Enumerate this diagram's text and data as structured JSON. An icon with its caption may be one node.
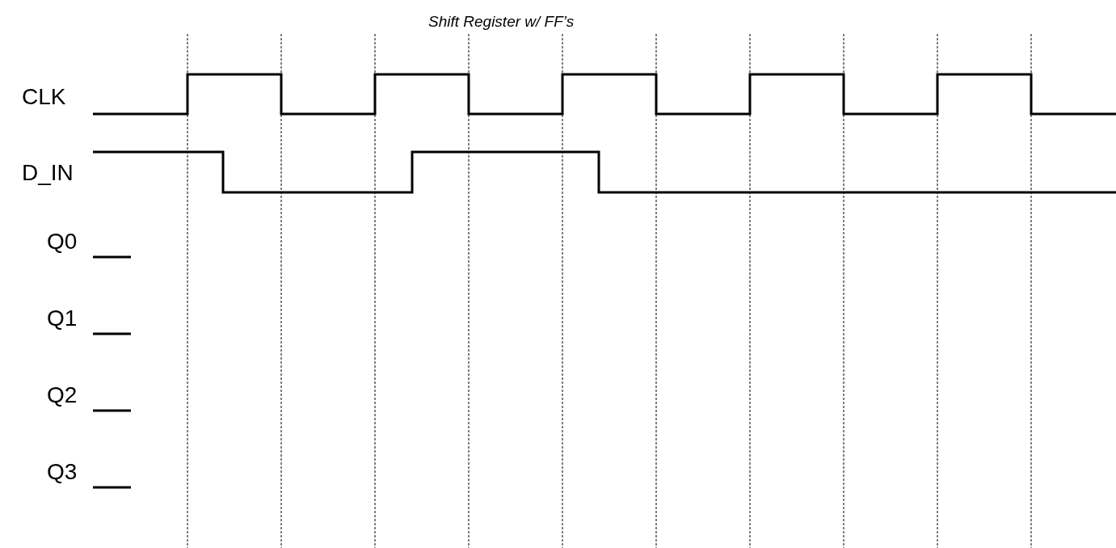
{
  "diagram": {
    "title": "Shift Register w/ FF’s",
    "labels": [
      "CLK",
      "D_IN",
      "Q0",
      "Q1",
      "Q2",
      "Q3"
    ]
  }
}
